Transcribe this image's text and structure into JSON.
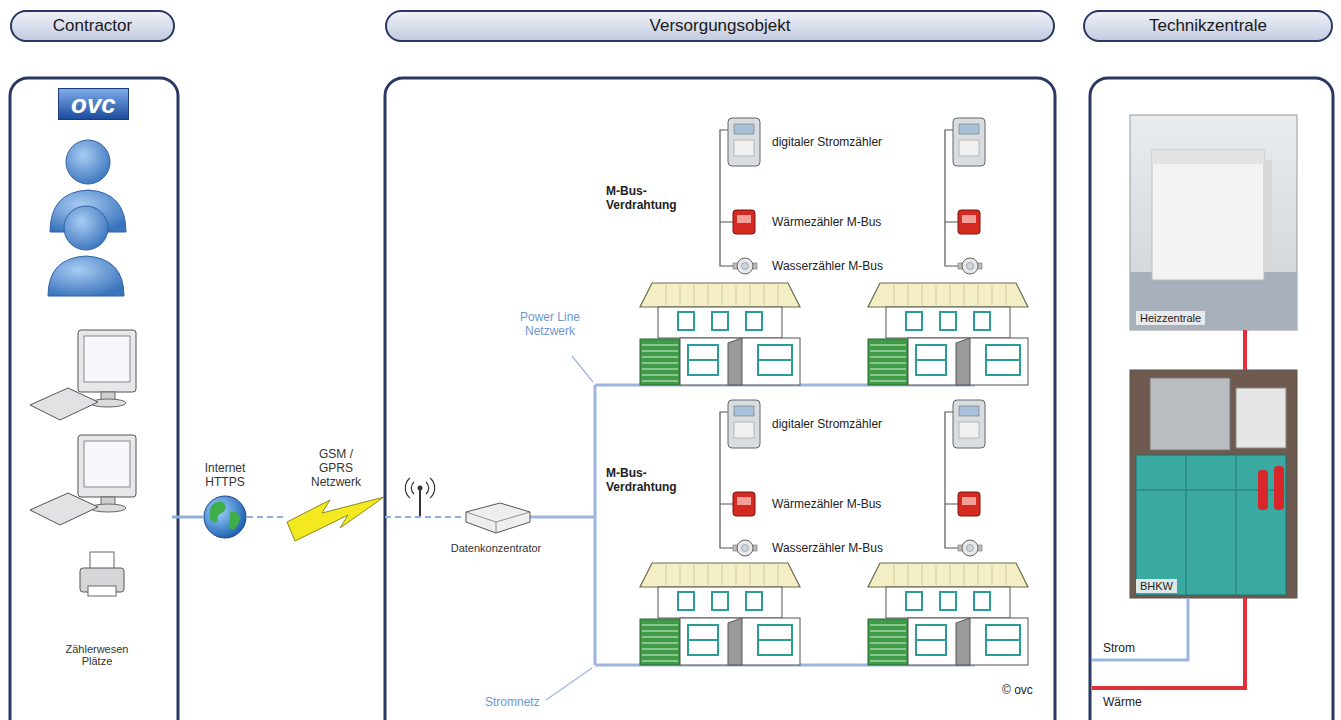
{
  "diagram": {
    "nodes": [
      {
        "text": [
          "Contractor"
        ]
      },
      {
        "text": [
          "Versorgungsobjekt"
        ]
      },
      {
        "text": [
          "Technikzentrale"
        ]
      },
      {
        "text": [
          "Zählerwesen Plätze"
        ]
      },
      {
        "text": [
          "Internet HTTPS"
        ]
      },
      {
        "text": [
          "GSM / GPRS Netzwerk"
        ]
      },
      {
        "text": [
          "Datenkonzentrator"
        ]
      },
      {
        "text": [
          "Heizzentrale"
        ]
      },
      {
        "text": [
          "BHKW"
        ]
      }
    ],
    "edges": [
      {
        "from": 3,
        "to": 4,
        "arrow": "none"
      },
      {
        "from": 4,
        "to": 5,
        "arrow": "none"
      },
      {
        "from": 5,
        "to": 6,
        "arrow": "none"
      },
      {
        "from": 7,
        "to": 8,
        "arrow": "none"
      }
    ],
    "labels": [
      "ovc",
      "M-Bus-Verdrahtung",
      "digitaler Stromzähler",
      "Wärmezähler M-Bus",
      "Wasserzähler M-Bus",
      "Power Line Netzwerk",
      "M-Bus-Verdrahtung",
      "digitaler Stromzähler",
      "Wärmezähler M-Bus",
      "Wasserzähler M-Bus",
      "Stromnetz",
      "© ovc",
      "Strom",
      "Wärme"
    ]
  }
}
